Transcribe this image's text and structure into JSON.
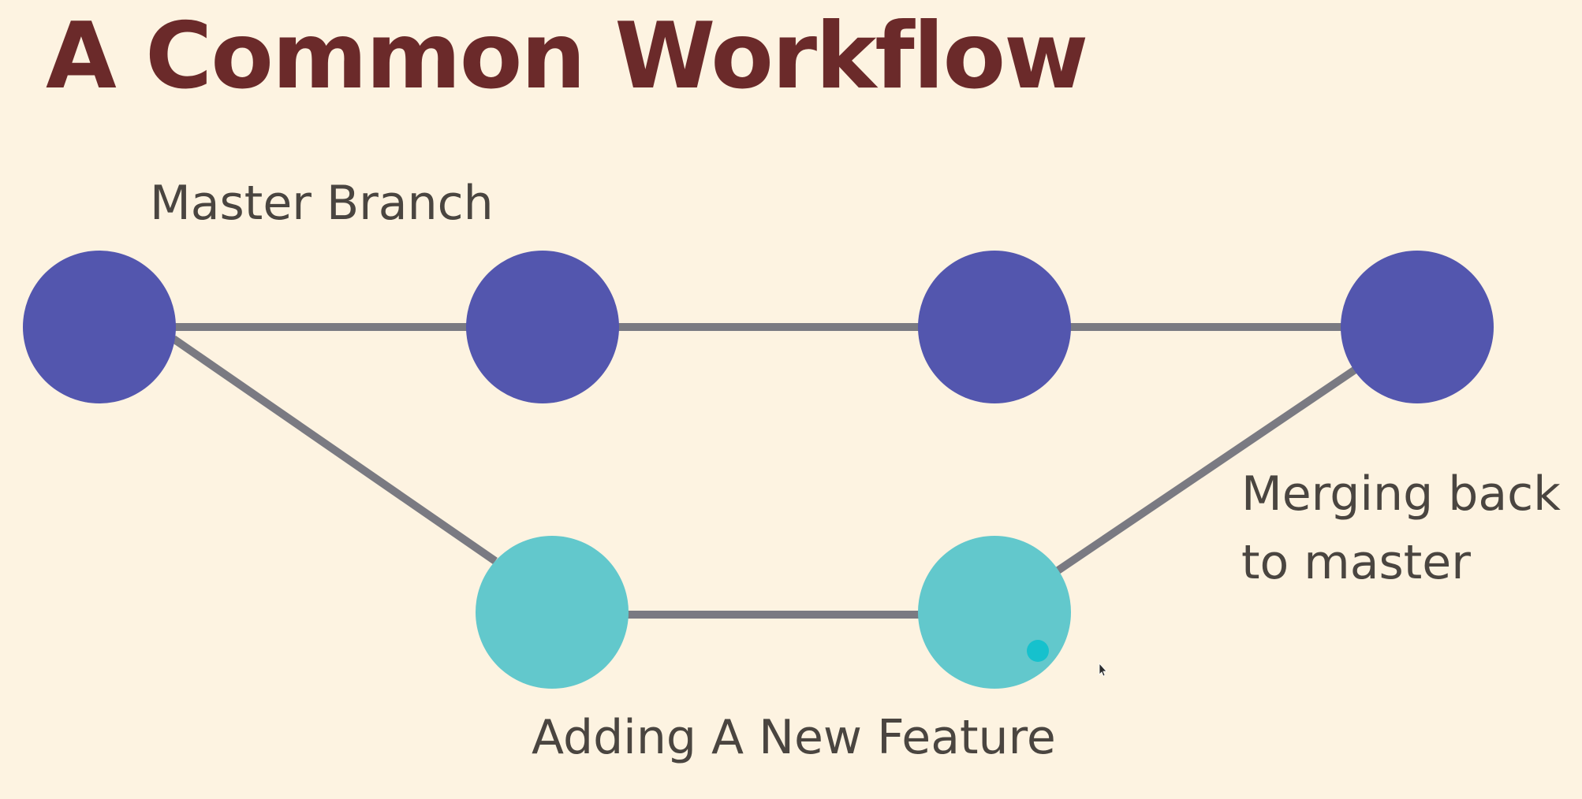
{
  "slide": {
    "title": "A Common Workflow",
    "master_label": "Master Branch",
    "feature_label": "Adding A New Feature",
    "merge_label_line1": "Merging back",
    "merge_label_line2": "to master"
  },
  "colors": {
    "background": "#fdf3e1",
    "title": "#6b2a2a",
    "label_text": "#4a4540",
    "master_node": "#5356ae",
    "feature_node": "#62c8cc",
    "edge": "#7a7a82",
    "cursor_dot": "#16c1cd"
  }
}
